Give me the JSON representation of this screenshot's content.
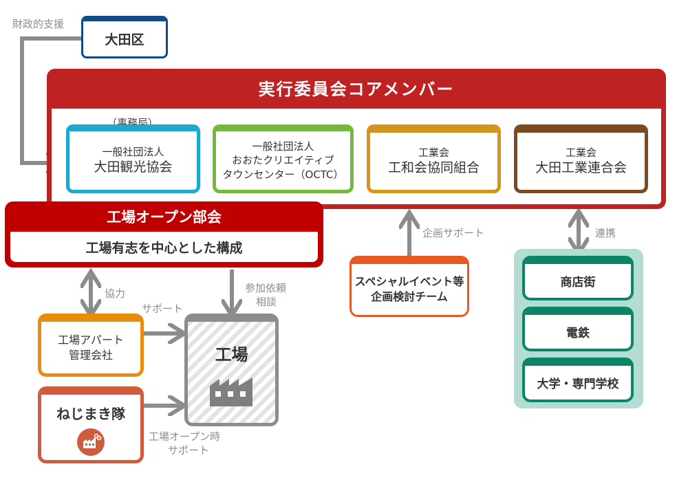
{
  "diagram": {
    "ota_ward": {
      "label": "大田区",
      "color": "#0d4d8f"
    },
    "financial_support_label": "財政的支援",
    "committee": {
      "title": "実行委員会コアメンバー",
      "color": "#be2222",
      "secretariat_label": "（事務局）",
      "members": [
        {
          "line1": "一般社団法人",
          "line2": "大田観光協会",
          "color": "#1fa8cf"
        },
        {
          "line1": "一般社団法人",
          "line2": "おおたクリエイティブ",
          "line3": "タウンセンター（OCTC）",
          "color": "#73b93a"
        },
        {
          "line1": "工業会",
          "line2": "工和会協同組合",
          "color": "#d4951e"
        },
        {
          "line1": "工業会",
          "line2": "大田工業連合会",
          "color": "#7b4a22"
        }
      ]
    },
    "factory_open_subcommittee": {
      "title": "工場オープン部会",
      "subtitle": "工場有志を中心とした構成",
      "color": "#c00000"
    },
    "special_event_team": {
      "line1": "スペシャルイベント等",
      "line2": "企画検討チーム",
      "color": "#e85a24"
    },
    "planning_support_label": "企画サポート",
    "partnership_label": "連携",
    "partners": {
      "bg_color": "#b3dcd2",
      "color": "#0b8467",
      "items": [
        "商店街",
        "電鉄",
        "大学・専門学校"
      ]
    },
    "cooperation_label": "協力",
    "participation_label_line1": "参加依頼",
    "participation_label_line2": "相談",
    "support_label": "サポート",
    "apartment_mgmt": {
      "line1": "工場アパート",
      "line2": "管理会社",
      "color": "#e88c0c"
    },
    "nejimaki": {
      "label": "ねじまき隊",
      "color": "#cf5c3c"
    },
    "factory": {
      "label": "工場",
      "color": "#8c8c8c"
    },
    "open_support_label_line1": "工場オープン時",
    "open_support_label_line2": "サポート",
    "connector_color": "#8c8c8c"
  }
}
